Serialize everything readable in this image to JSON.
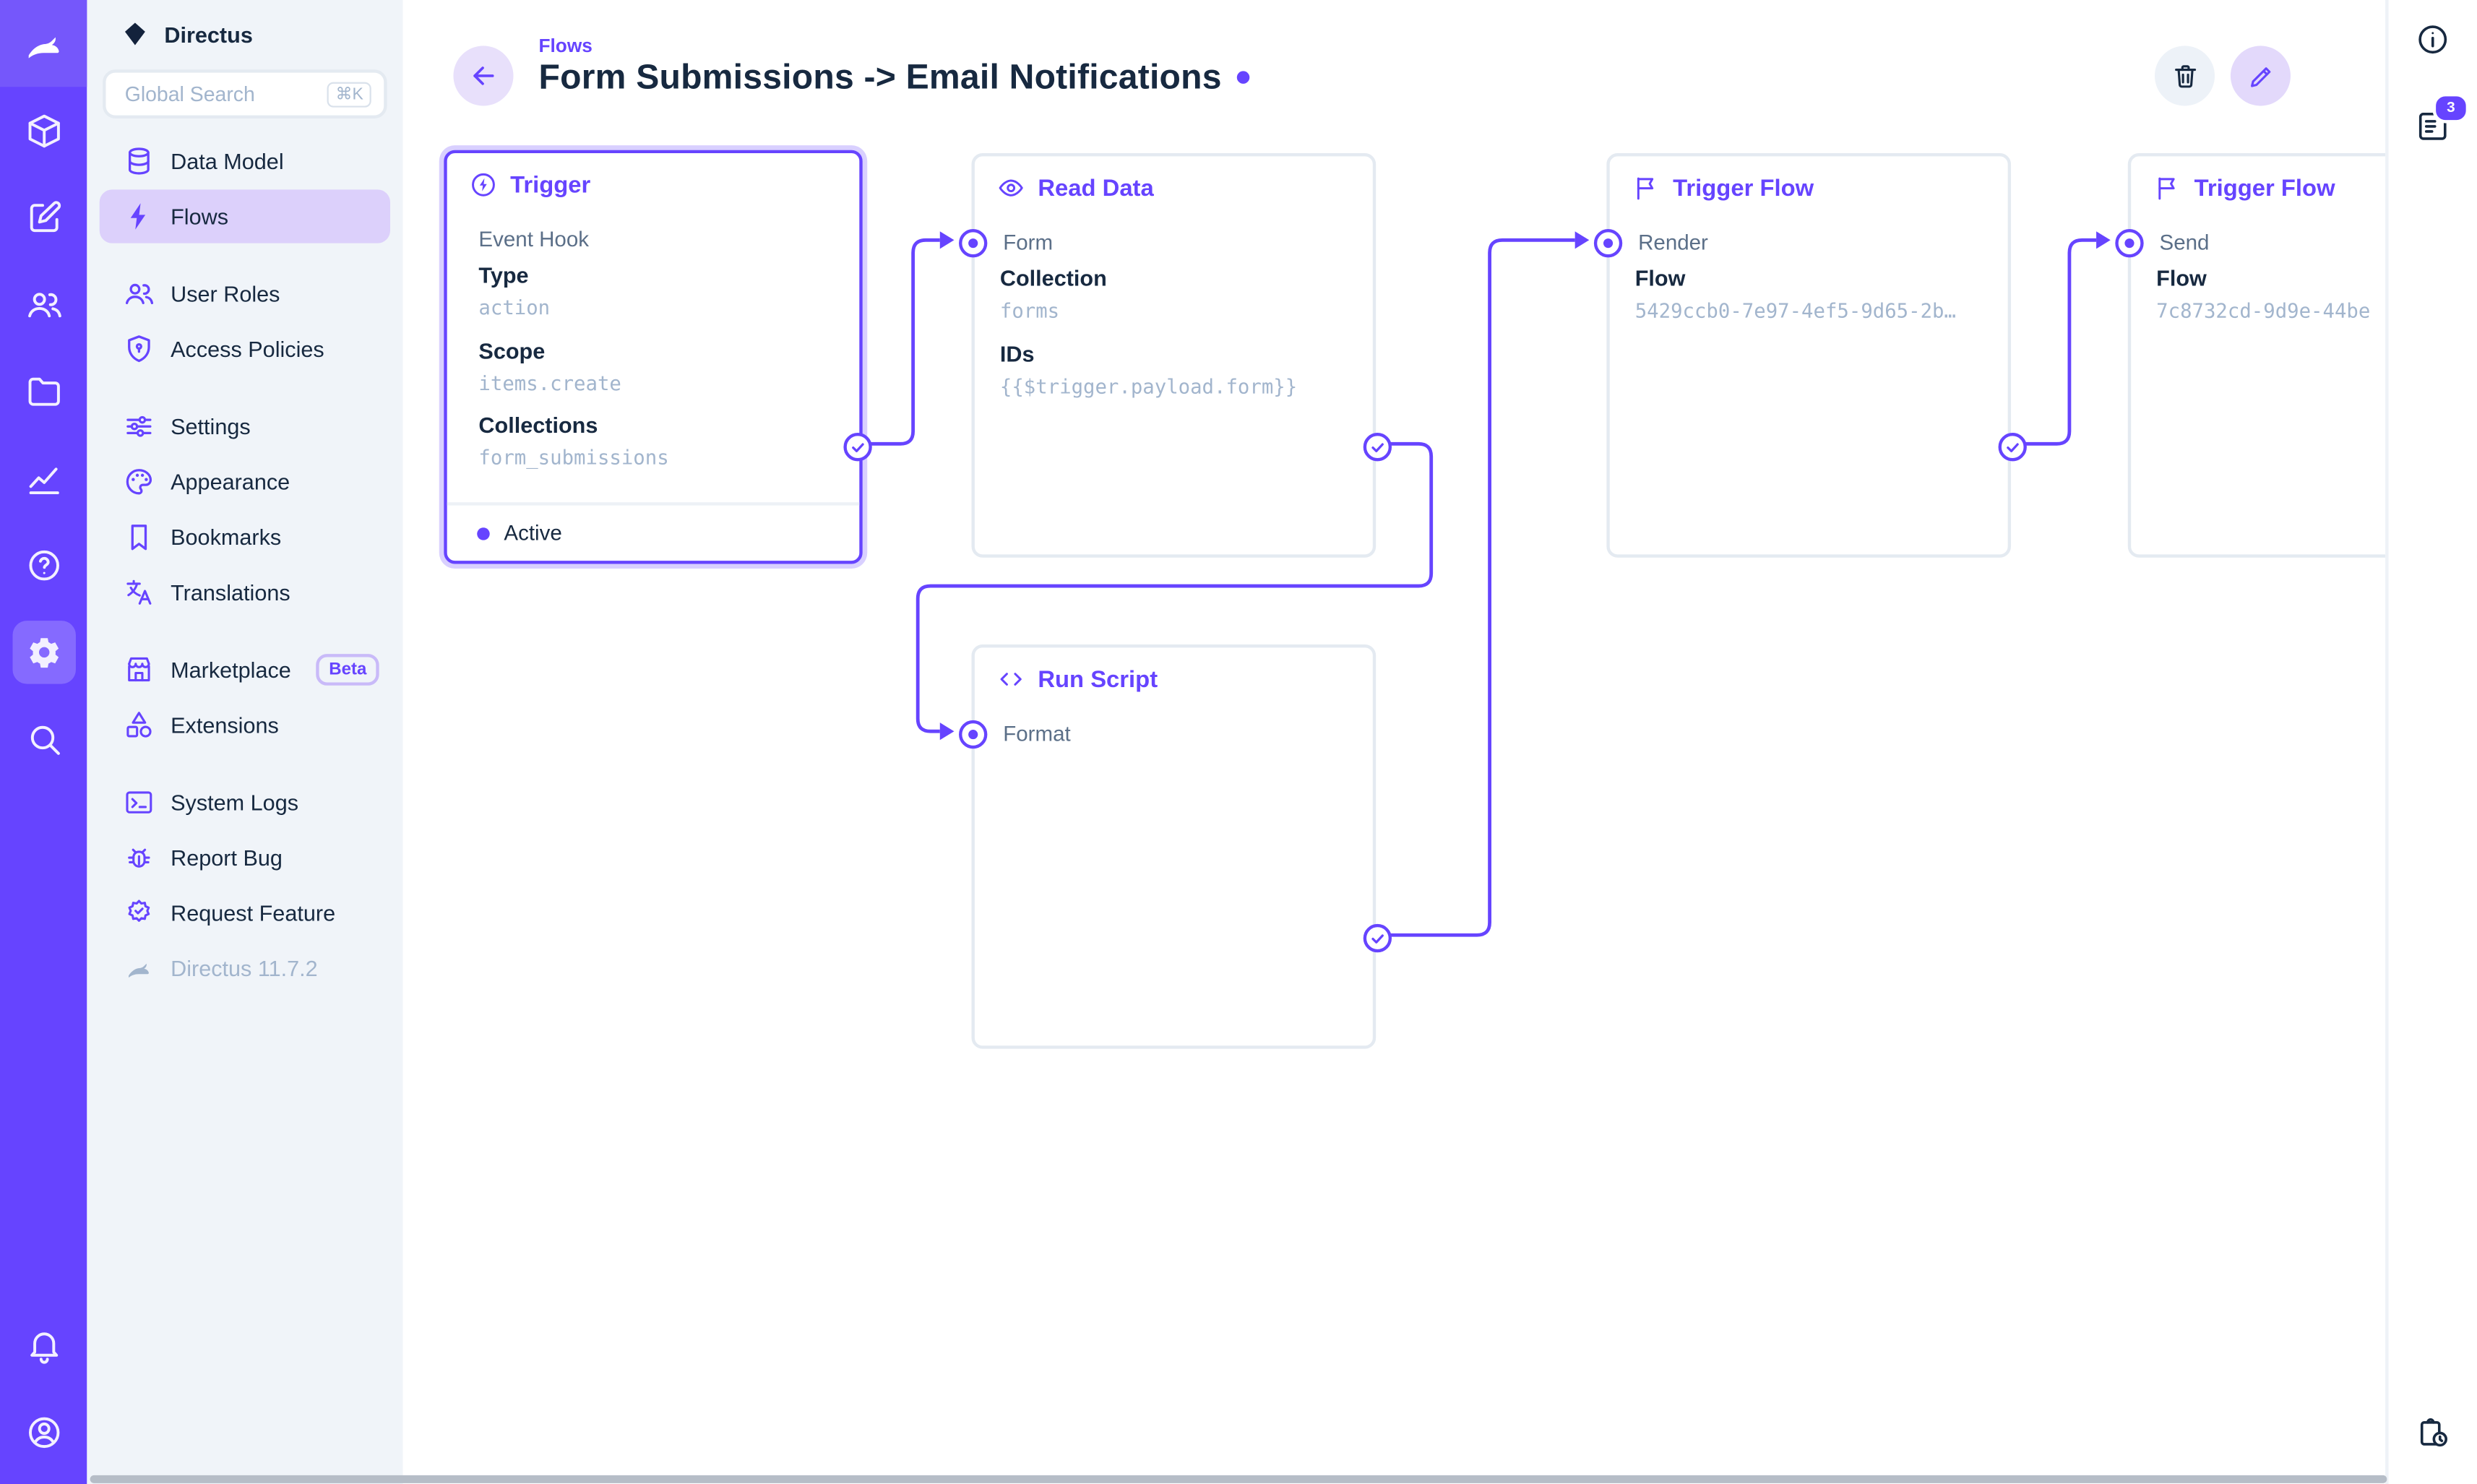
{
  "accent_color": "#6644ff",
  "module_bar": {
    "modules": [
      "content",
      "editor",
      "users",
      "files",
      "insights",
      "help",
      "settings",
      "search"
    ],
    "active_module": "settings"
  },
  "sidebar": {
    "project_name": "Directus",
    "search_placeholder": "Global Search",
    "search_shortcut": "⌘K",
    "items": [
      {
        "label": "Data Model"
      },
      {
        "label": "Flows",
        "active": true
      },
      {
        "label": "User Roles"
      },
      {
        "label": "Access Policies"
      },
      {
        "label": "Settings"
      },
      {
        "label": "Appearance"
      },
      {
        "label": "Bookmarks"
      },
      {
        "label": "Translations"
      },
      {
        "label": "Marketplace",
        "badge": "Beta"
      },
      {
        "label": "Extensions"
      },
      {
        "label": "System Logs"
      },
      {
        "label": "Report Bug"
      },
      {
        "label": "Request Feature"
      },
      {
        "label": "Directus 11.7.2",
        "muted": true
      }
    ]
  },
  "header": {
    "breadcrumb": "Flows",
    "title": "Form Submissions -> Email Notifications"
  },
  "right_rail": {
    "badge_count": "3"
  },
  "flow": {
    "panels": [
      {
        "title": "Trigger",
        "subtitle": "Event Hook",
        "fields": [
          {
            "label": "Type",
            "value": "action"
          },
          {
            "label": "Scope",
            "value": "items.create"
          },
          {
            "label": "Collections",
            "value": "form_submissions"
          }
        ],
        "status": "Active"
      },
      {
        "title": "Read Data",
        "input": "Form",
        "fields": [
          {
            "label": "Collection",
            "value": "forms"
          },
          {
            "label": "IDs",
            "value": "{{$trigger.payload.form}}"
          }
        ]
      },
      {
        "title": "Trigger Flow",
        "input": "Render",
        "fields": [
          {
            "label": "Flow",
            "value": "5429ccb0-7e97-4ef5-9d65-2b…"
          }
        ]
      },
      {
        "title": "Trigger Flow",
        "input": "Send",
        "fields": [
          {
            "label": "Flow",
            "value": "7c8732cd-9d9e-44be"
          }
        ]
      },
      {
        "title": "Run Script",
        "input": "Format",
        "fields": []
      }
    ]
  }
}
